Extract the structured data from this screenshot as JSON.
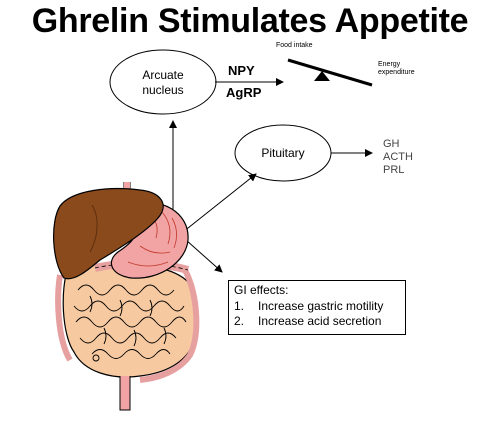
{
  "title": "Ghrelin Stimulates Appetite",
  "arcuate": {
    "line1": "Arcuate",
    "line2": "nucleus"
  },
  "neuropeptides": {
    "npy": "NPY",
    "agrp": "AgRP"
  },
  "balance": {
    "left": "Food intake",
    "right_line1": "Energy",
    "right_line2": "expenditure"
  },
  "pituitary": {
    "label": "Pituitary",
    "hormones": [
      "GH",
      "ACTH",
      "PRL"
    ]
  },
  "gi_effects": {
    "heading": "GI effects:",
    "items": [
      {
        "num": "1.",
        "text": "Increase gastric motility"
      },
      {
        "num": "2.",
        "text": "Increase acid secretion"
      }
    ]
  },
  "colors": {
    "liver": "#8a4a1c",
    "stomach": "#f2a3a3",
    "intestine": "#f6c9a0",
    "outline": "#000000"
  }
}
